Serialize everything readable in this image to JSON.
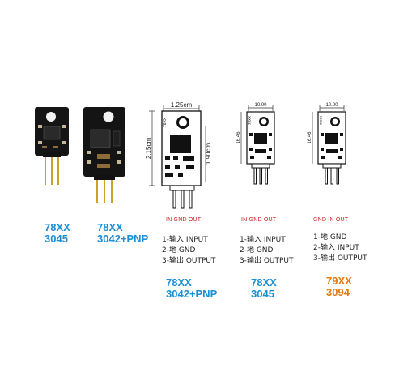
{
  "products": [
    {
      "line1": "78XX",
      "line2": "3045"
    },
    {
      "line1": "78XX",
      "line2": "3042+PNP"
    }
  ],
  "diagrams": [
    {
      "width_label": "1.25cm",
      "height_label": "2.15cm",
      "body_label": "1.90cm",
      "silk": "78XX",
      "pin_header": "IN GND OUT",
      "pins": [
        "1-输入  INPUT",
        "2-地    GND",
        "3-输出  OUTPUT"
      ],
      "model": {
        "line1": "78XX",
        "line2": "3042+PNP"
      }
    },
    {
      "width_label": "10.00",
      "height_label": "16.46",
      "silk": "78XX",
      "pin_header": "IN GND OUT",
      "pins": [
        "1-输入  INPUT",
        "2-地    GND",
        "3-输出  OUTPUT"
      ],
      "model": {
        "line1": "78XX",
        "line2": "3045"
      }
    },
    {
      "width_label": "10.00",
      "height_label": "16.46",
      "silk": "79XX",
      "pin_header": "GND  IN  OUT",
      "pins": [
        "1-地    GND",
        "2-输入  INPUT",
        "3-输出  OUTPUT"
      ],
      "model": {
        "line1": "79XX",
        "line2": "3094"
      }
    }
  ],
  "colors": {
    "model_blue": "#1b8fd6",
    "model_orange": "#e37a12",
    "pin_header_red": "#d21c1c"
  }
}
